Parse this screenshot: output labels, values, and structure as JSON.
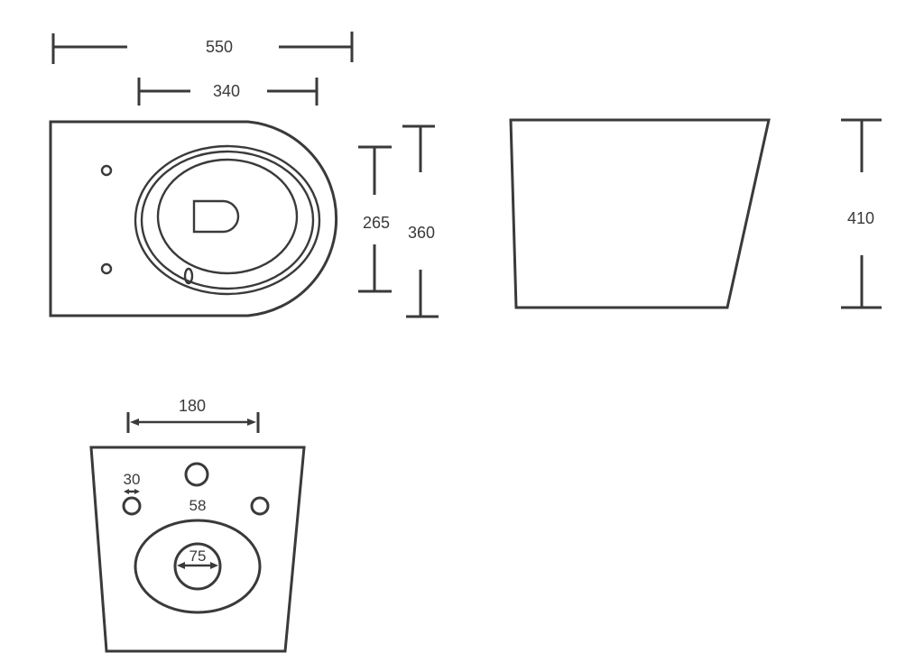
{
  "diagram": {
    "title": "Wall-hung toilet dimension drawing",
    "units": "mm",
    "line_color": "#3a3a3a",
    "background": "#ffffff"
  },
  "top_view": {
    "dimensions": {
      "overall_length": "550",
      "bowl_length": "340",
      "bowl_width": "265",
      "overall_width": "360"
    }
  },
  "side_view": {
    "dimensions": {
      "height": "410"
    }
  },
  "rear_view": {
    "dimensions": {
      "bolt_spacing": "180",
      "bolt_hole_diameter": "30",
      "inlet_diameter": "58",
      "outlet_diameter": "75"
    }
  }
}
